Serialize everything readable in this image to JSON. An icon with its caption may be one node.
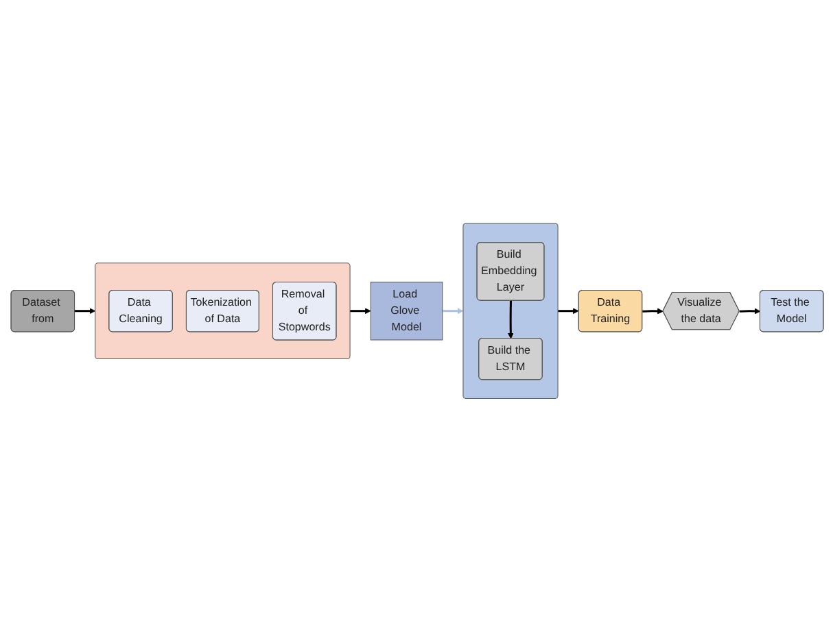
{
  "diagram": {
    "nodes": [
      {
        "text": [
          "Dataset from"
        ]
      },
      {
        "text": [],
        "shape": "box"
      },
      {
        "text": [
          "Data Cleaning"
        ],
        "in": 1
      },
      {
        "text": [
          "Tokenization of Data"
        ],
        "in": 1
      },
      {
        "text": [
          "Removal of Stopwords"
        ],
        "in": 1
      },
      {
        "text": [
          "Load Glove Model"
        ]
      },
      {
        "text": [],
        "shape": "box"
      },
      {
        "text": [
          "Build Embedding Layer"
        ],
        "in": 6
      },
      {
        "text": [
          "Build the LSTM"
        ],
        "in": 6
      },
      {
        "text": [
          "Data Training"
        ]
      },
      {
        "text": [
          "Visualize the data"
        ]
      },
      {
        "text": [
          "Test the Model"
        ]
      }
    ],
    "edges": [
      {
        "from": 0,
        "to": 1,
        "arrow": "to"
      },
      {
        "from": 1,
        "to": 5,
        "arrow": "to"
      },
      {
        "from": 5,
        "to": 6,
        "arrow": "to",
        "color": "#a9c0e0"
      },
      {
        "from": 7,
        "to": 8,
        "arrow": "to"
      },
      {
        "from": 6,
        "to": 9,
        "arrow": "to"
      },
      {
        "from": 9,
        "to": 10,
        "arrow": "to"
      },
      {
        "from": 10,
        "to": 11,
        "arrow": "to"
      }
    ]
  }
}
